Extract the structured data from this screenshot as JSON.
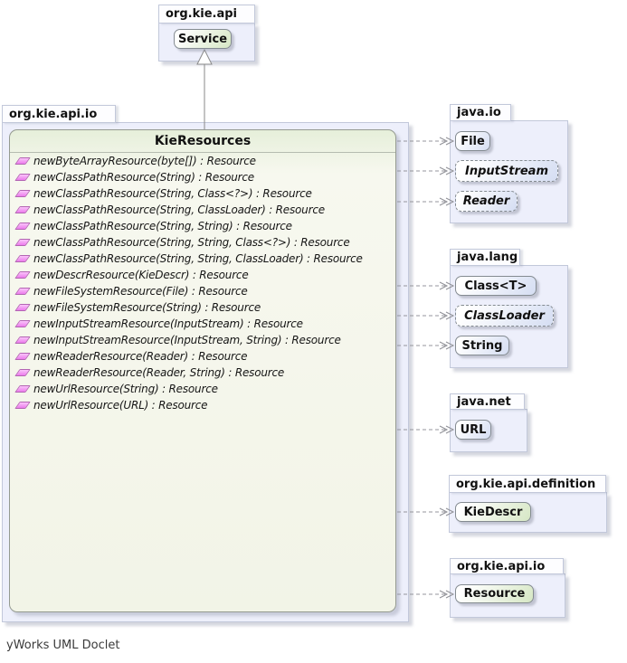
{
  "footer": "yWorks UML Doclet",
  "colors": {
    "package_fill": "#edeffb",
    "package_border": "#c2c8da",
    "kie_class_fill": "#d8e8c7",
    "java_class_fill": "#d7dff3",
    "main_class_fill_top": "#e6efda",
    "main_class_fill_bottom": "#f2f4e7",
    "method_icon_pink": "#ec7bec",
    "edge_gray": "#95969c"
  },
  "top_package": {
    "name": "org.kie.api",
    "classes": [
      {
        "label": "Service",
        "family": "kie",
        "abstract": false
      }
    ]
  },
  "main_package": {
    "name": "org.kie.api.io",
    "class_name": "KieResources",
    "methods": [
      "newByteArrayResource(byte[]) : Resource",
      "newClassPathResource(String) : Resource",
      "newClassPathResource(String, Class<?>) : Resource",
      "newClassPathResource(String, ClassLoader) : Resource",
      "newClassPathResource(String, String) : Resource",
      "newClassPathResource(String, String, Class<?>) : Resource",
      "newClassPathResource(String, String, ClassLoader) : Resource",
      "newDescrResource(KieDescr) : Resource",
      "newFileSystemResource(File) : Resource",
      "newFileSystemResource(String) : Resource",
      "newInputStreamResource(InputStream) : Resource",
      "newInputStreamResource(InputStream, String) : Resource",
      "newReaderResource(Reader) : Resource",
      "newReaderResource(Reader, String) : Resource",
      "newUrlResource(String) : Resource",
      "newUrlResource(URL) : Resource"
    ]
  },
  "right_packages": [
    {
      "name": "java.io",
      "classes": [
        {
          "label": "File",
          "family": "java",
          "abstract": false
        },
        {
          "label": "InputStream",
          "family": "java",
          "abstract": true
        },
        {
          "label": "Reader",
          "family": "java",
          "abstract": true
        }
      ]
    },
    {
      "name": "java.lang",
      "classes": [
        {
          "label": "Class<T>",
          "family": "java",
          "abstract": false
        },
        {
          "label": "ClassLoader",
          "family": "java",
          "abstract": true
        },
        {
          "label": "String",
          "family": "java",
          "abstract": false
        }
      ]
    },
    {
      "name": "java.net",
      "classes": [
        {
          "label": "URL",
          "family": "java",
          "abstract": false
        }
      ]
    },
    {
      "name": "org.kie.api.definition",
      "classes": [
        {
          "label": "KieDescr",
          "family": "kie",
          "abstract": false
        }
      ]
    },
    {
      "name": "org.kie.api.io",
      "classes": [
        {
          "label": "Resource",
          "family": "kie",
          "abstract": false
        }
      ]
    }
  ],
  "relationships": {
    "generalization": {
      "from": "KieResources",
      "to": "Service",
      "type": "extends"
    },
    "dependencies_from": "KieResources",
    "dependencies_to": [
      "File",
      "InputStream",
      "Reader",
      "Class<T>",
      "ClassLoader",
      "String",
      "URL",
      "KieDescr",
      "Resource"
    ]
  }
}
